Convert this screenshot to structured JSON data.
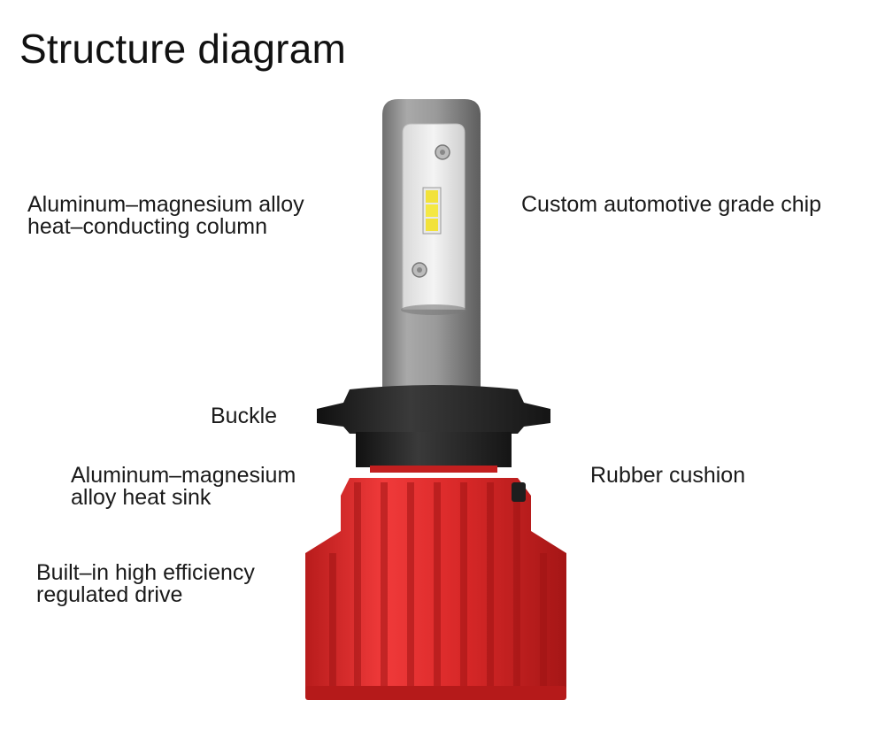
{
  "title": "Structure diagram",
  "labels": {
    "column": [
      "Aluminum–magnesium alloy",
      "heat–conducting column"
    ],
    "chip": [
      "Custom automotive grade chip"
    ],
    "buckle": [
      "Buckle"
    ],
    "sink": [
      "Aluminum–magnesium",
      "alloy heat sink"
    ],
    "cushion": [
      "Rubber cushion"
    ],
    "drive": [
      "Built–in high efficiency",
      "regulated drive"
    ]
  },
  "colors": {
    "heat_sink": "#e02a2a",
    "column": "#8e8e8e",
    "buckle": "#2a2a2a",
    "chip": "#f2e23a"
  }
}
